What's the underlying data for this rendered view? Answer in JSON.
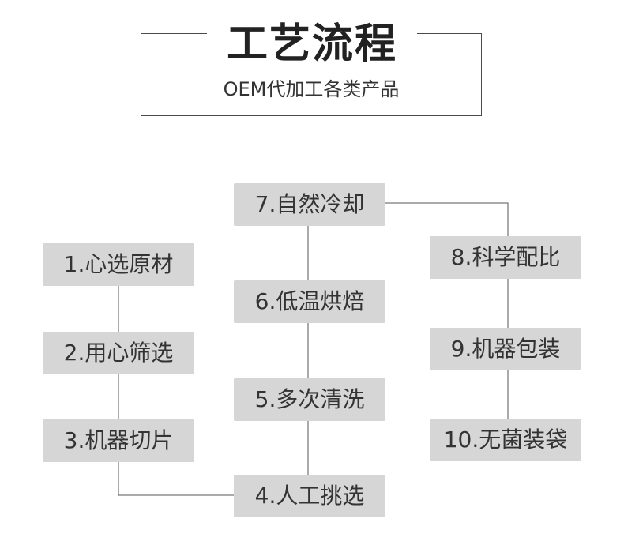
{
  "header": {
    "title": "工艺流程",
    "subtitle": "OEM代加工各类产品"
  },
  "steps": [
    {
      "label": "1.心选原材"
    },
    {
      "label": "2.用心筛选"
    },
    {
      "label": "3.机器切片"
    },
    {
      "label": "4.人工挑选"
    },
    {
      "label": "5.多次清洗"
    },
    {
      "label": "6.低温烘焙"
    },
    {
      "label": "7.自然冷却"
    },
    {
      "label": "8.科学配比"
    },
    {
      "label": "9.机器包装"
    },
    {
      "label": "10.无菌装袋"
    }
  ],
  "colors": {
    "box_fill": "#d6d6d6",
    "connector": "#555555",
    "text": "#333333"
  }
}
